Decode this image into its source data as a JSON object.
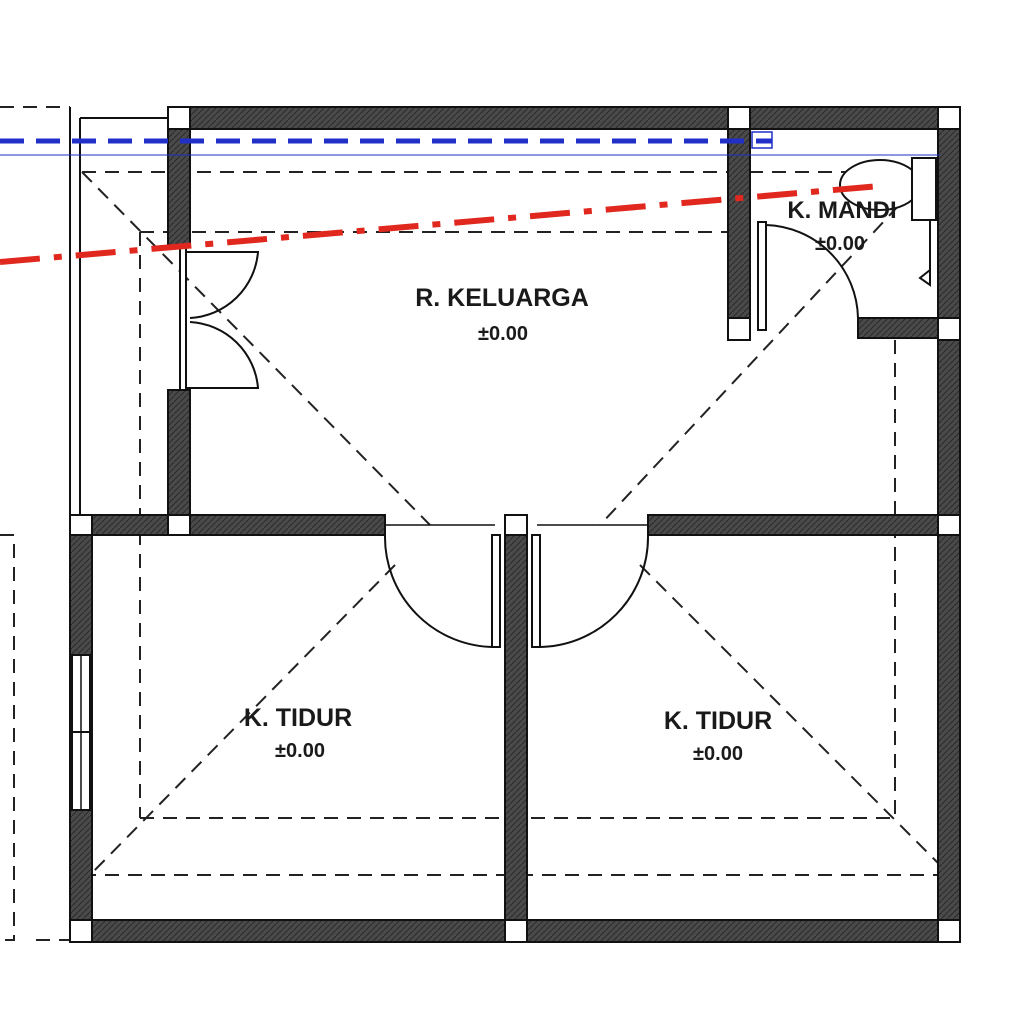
{
  "rooms": {
    "keluarga": {
      "name": "R. KELUARGA",
      "level": "±0.00"
    },
    "mandi": {
      "name": "K. MANDI",
      "level": "±0.00"
    },
    "tidur_left": {
      "name": "K. TIDUR",
      "level": "±0.00"
    },
    "tidur_right": {
      "name": "K. TIDUR",
      "level": "±0.00"
    }
  },
  "colors": {
    "wall_fill": "#3c3c3c",
    "section_line_blue": "#1f2fc8",
    "section_line_red": "#e0281f",
    "linework": "#111111"
  }
}
